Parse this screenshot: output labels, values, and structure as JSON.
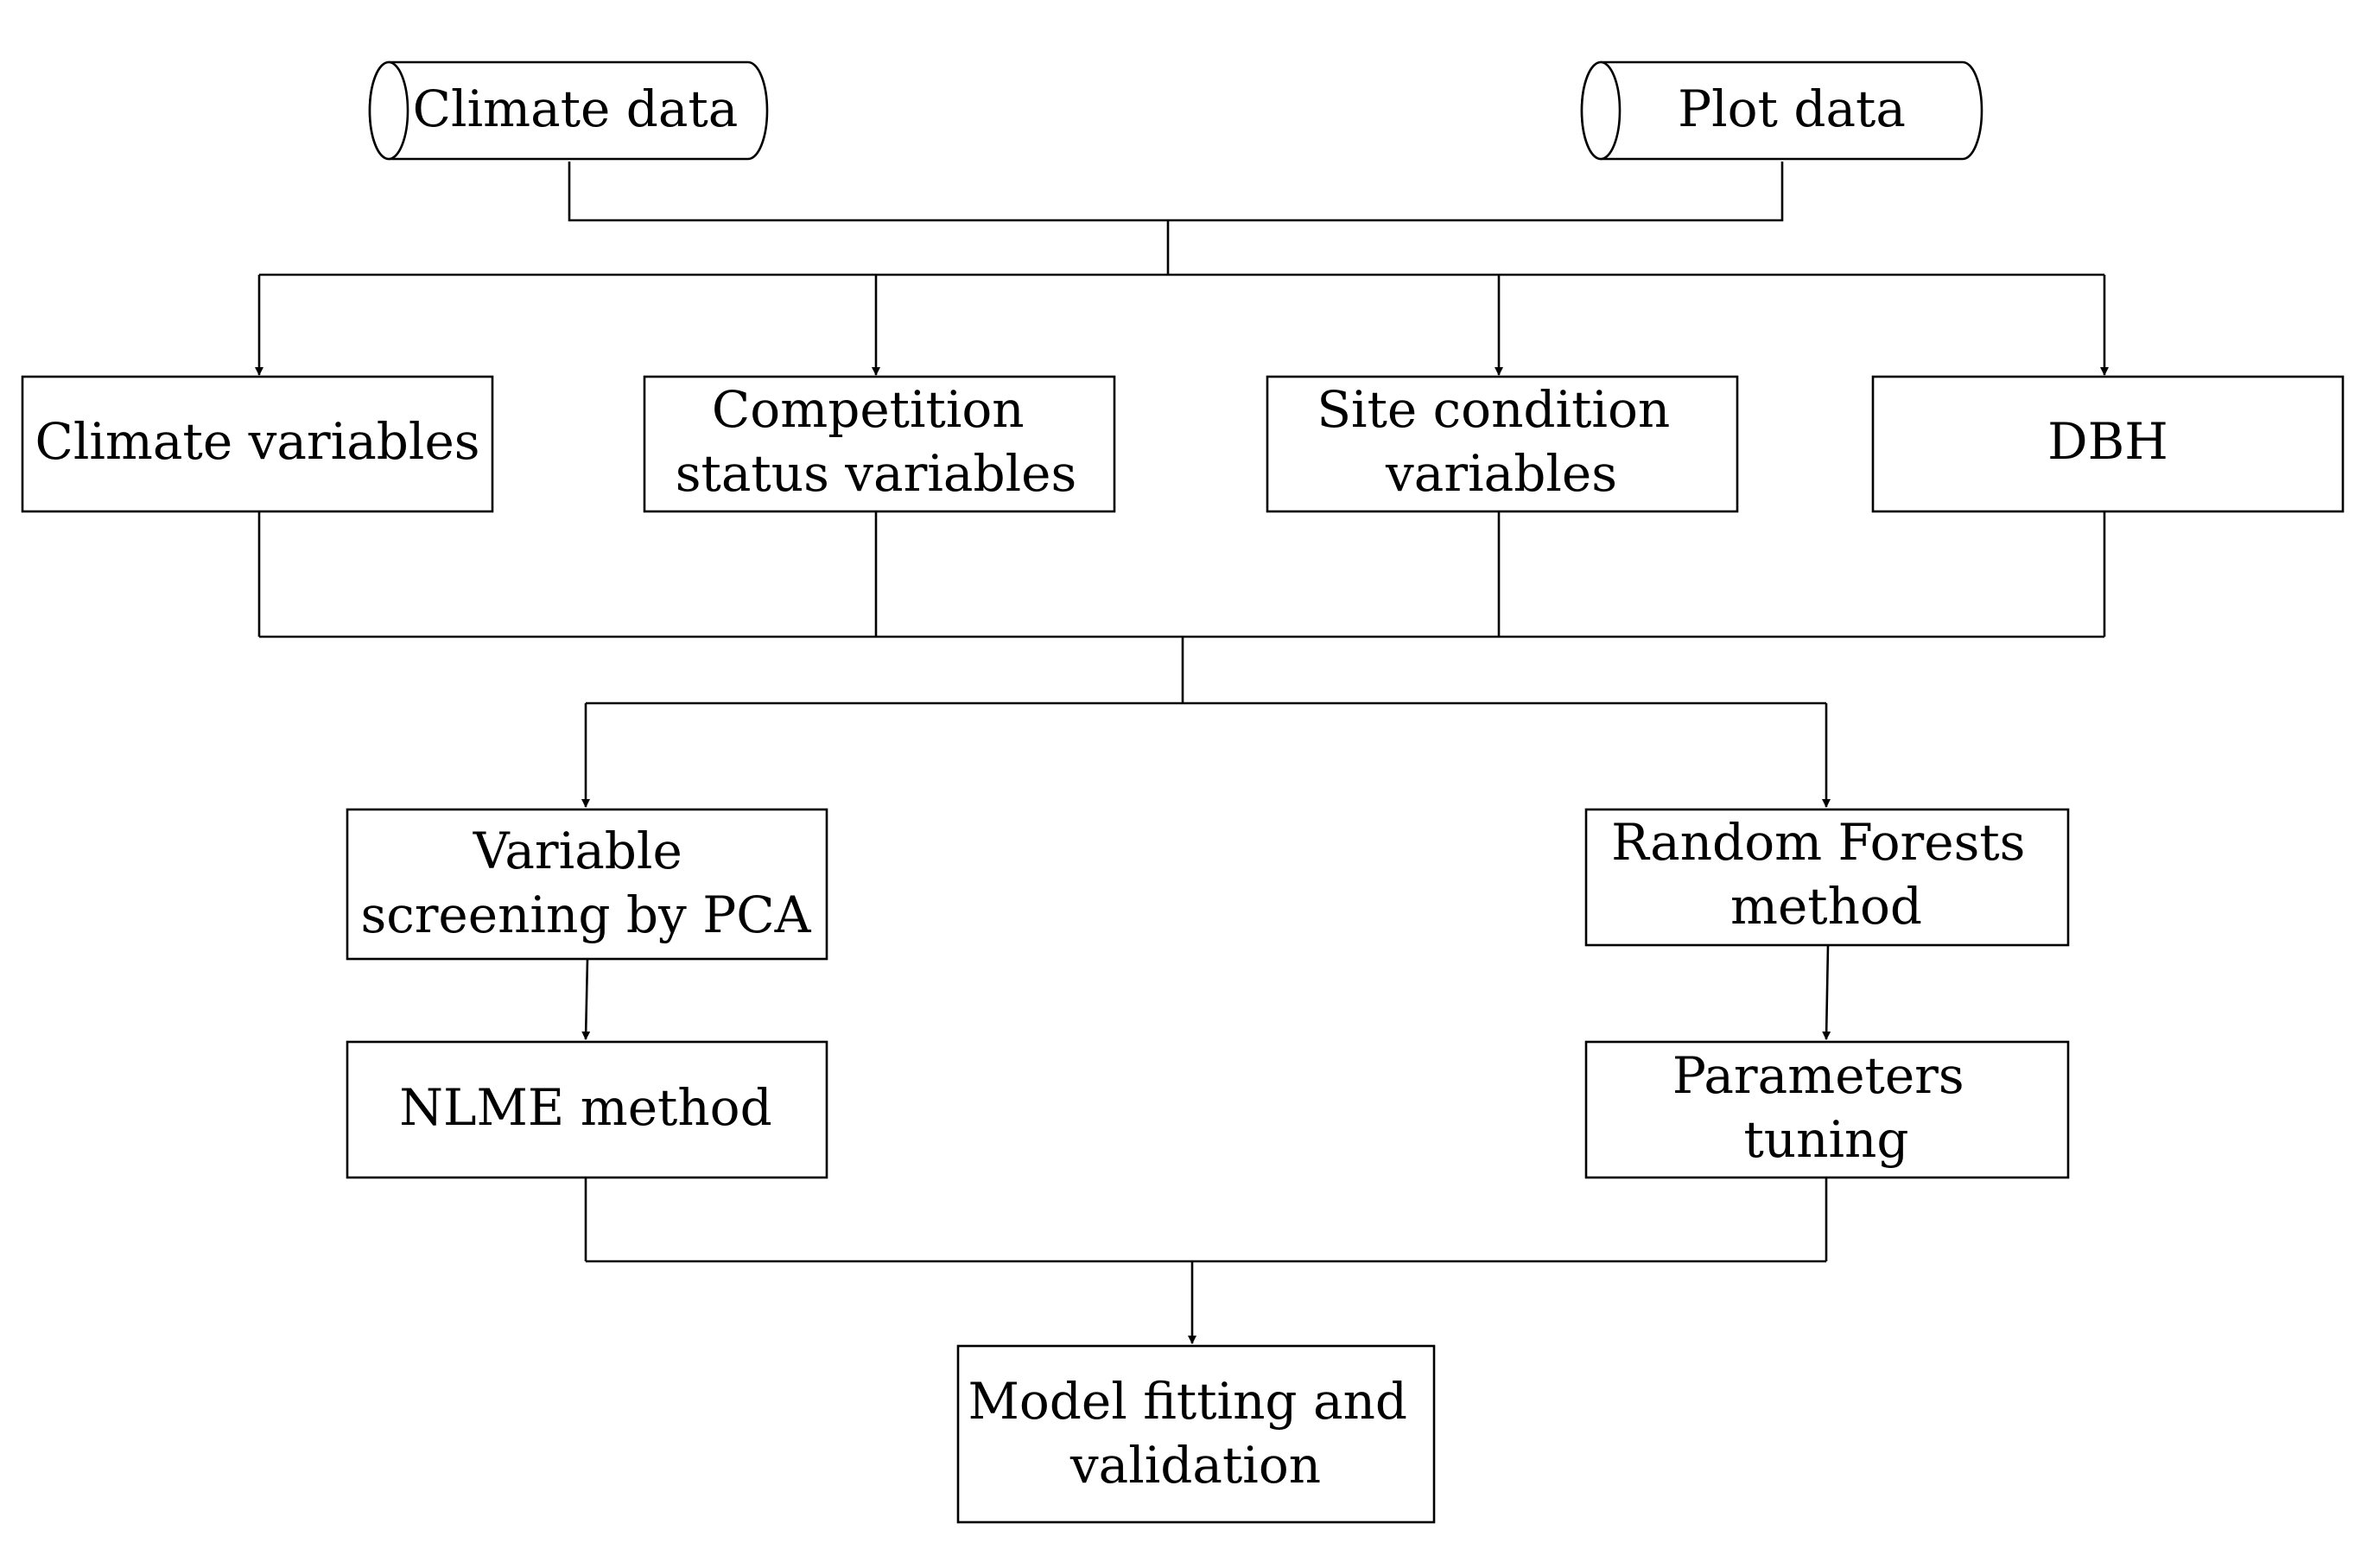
{
  "diagram": {
    "type": "flowchart",
    "colors": {
      "stroke": "#000000",
      "fill": "#ffffff",
      "text": "#000000"
    },
    "sources": {
      "climate_data": "Climate data",
      "plot_data": "Plot data"
    },
    "variables": {
      "climate": [
        "Climate variables"
      ],
      "competition": [
        "Competition",
        "status variables"
      ],
      "site": [
        "Site condition",
        "variables"
      ],
      "dbh": [
        "DBH"
      ]
    },
    "methods": {
      "pca": [
        "Variable",
        "screening by PCA"
      ],
      "random_forests": [
        "Random Forests",
        "method"
      ],
      "nlme": [
        "NLME method"
      ],
      "tuning": [
        "Parameters",
        "tuning"
      ]
    },
    "result": [
      "Model fitting and",
      "validation"
    ]
  }
}
